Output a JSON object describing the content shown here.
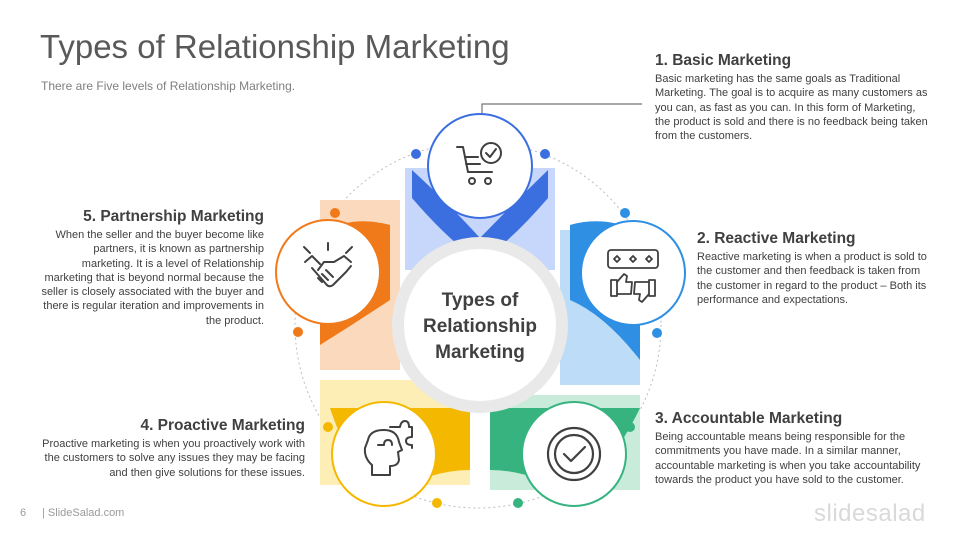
{
  "header": {
    "title": "Types of Relationship Marketing",
    "subtitle": "There are Five levels of Relationship  Marketing."
  },
  "center": {
    "line1": "Types of",
    "line2": "Relationship",
    "line3": "Marketing"
  },
  "steps": [
    {
      "title": "1. Basic Marketing",
      "body": "Basic marketing has the same goals as Traditional Marketing. The goal is to acquire as many customers  as you can, as fast as you can. In this form of Marketing, the product is sold and there is no feedback being taken from the customers.",
      "icon": "shopping-cart-check-icon",
      "color": "#3B6FE0"
    },
    {
      "title": "2. Reactive Marketing",
      "body": "Reactive marketing is when a product is sold to the customer  and then feedback is taken from the customer  in regard to the product – Both its performance and expectations.",
      "icon": "rating-feedback-icon",
      "color": "#2F8FE3"
    },
    {
      "title": "3. Accountable Marketing",
      "body": "Being accountable means being responsible for the commitments  you have made. In a similar manner, accountable marketing is when you take accountability towards the product you have sold to the customer.",
      "icon": "checkmark-badge-icon",
      "color": "#36B37E"
    },
    {
      "title": "4. Proactive Marketing",
      "body": "Proactive marketing  is when you proactively work with the customers  to solve any issues they may be facing and then give solutions for these issues.",
      "icon": "puzzle-head-icon",
      "color": "#F5B800"
    },
    {
      "title": "5. Partnership Marketing",
      "body": "When the seller and the buyer become like partners, it is known as partnership marketing.  It is a level of Relationship marketing  that is beyond normal because the seller is closely associated with the buyer and there is regular iteration and improvements  in the product.",
      "icon": "handshake-icon",
      "color": "#F07A1A"
    }
  ],
  "footer": {
    "page": "6",
    "site": "| SlideSalad.com",
    "brand": "slidesalad"
  }
}
